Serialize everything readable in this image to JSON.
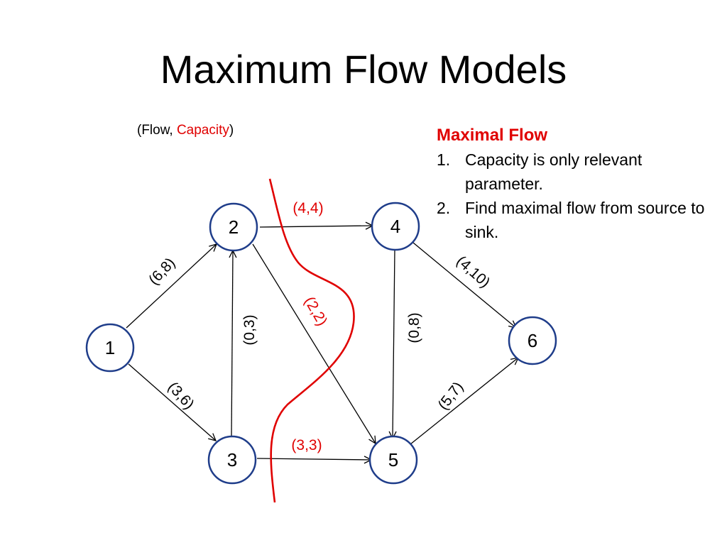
{
  "title": "Maximum Flow Models",
  "legend": {
    "prefix": "(Flow, ",
    "capacity": "Capacity",
    "suffix": ")"
  },
  "notes": {
    "heading": "Maximal Flow",
    "items": [
      {
        "number": "1.",
        "text": "Capacity is only relevant parameter."
      },
      {
        "number": "2.",
        "text": "Find maximal flow from source to sink."
      }
    ]
  },
  "colors": {
    "node_stroke": "#1f3d8a",
    "cut_line": "#e00000",
    "highlight_text": "#e00000",
    "edge": "#000000"
  },
  "graph": {
    "nodes": [
      "1",
      "2",
      "3",
      "4",
      "5",
      "6"
    ],
    "edges": [
      {
        "from": "1",
        "to": "2",
        "label": "(6,8)",
        "highlight": false
      },
      {
        "from": "1",
        "to": "3",
        "label": "(3,6)",
        "highlight": false
      },
      {
        "from": "3",
        "to": "2",
        "label": "(0,3)",
        "highlight": false
      },
      {
        "from": "2",
        "to": "4",
        "label": "(4,4)",
        "highlight": true
      },
      {
        "from": "2",
        "to": "5",
        "label": "(2,2)",
        "highlight": true
      },
      {
        "from": "3",
        "to": "5",
        "label": "(3,3)",
        "highlight": true
      },
      {
        "from": "4",
        "to": "5",
        "label": "(0,8)",
        "highlight": false
      },
      {
        "from": "4",
        "to": "6",
        "label": "(4,10)",
        "highlight": false
      },
      {
        "from": "5",
        "to": "6",
        "label": "(5,7)",
        "highlight": false
      }
    ]
  }
}
